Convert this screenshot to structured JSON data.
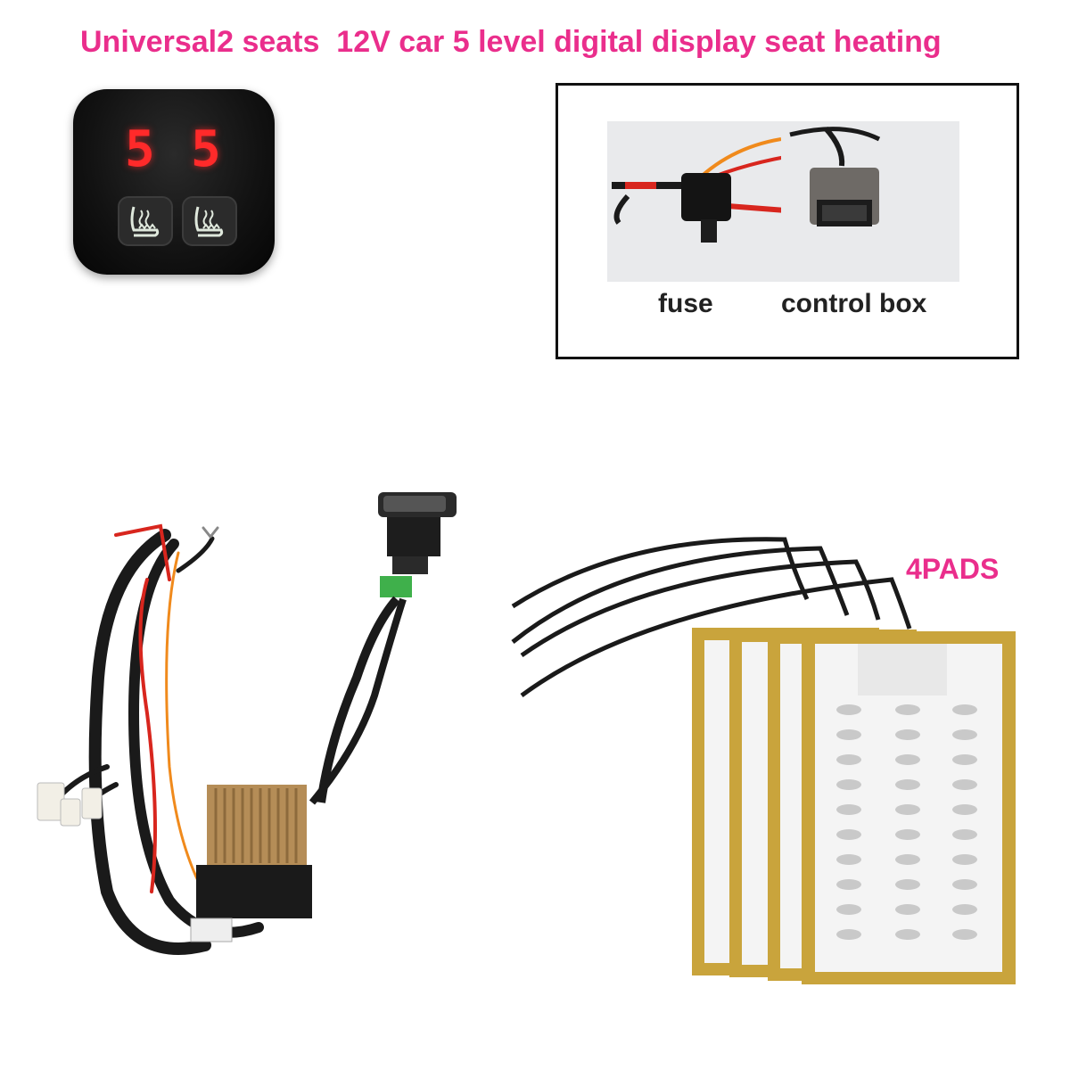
{
  "title": "Universal2 seats  12V car 5 level digital display seat heating",
  "display": {
    "left_level": "5",
    "right_level": "5"
  },
  "inset": {
    "fuse_label": "fuse",
    "control_box_label": "control box"
  },
  "pads_label": "4PADS",
  "colors": {
    "accent_pink": "#ea2e8c",
    "led_red": "#ff2a2a",
    "pad_gold": "#c9a43c",
    "pad_white": "#f4f4f4",
    "wire_black": "#1a1a1a",
    "wire_red": "#d8261e",
    "wire_orange": "#f08a1c"
  },
  "icons": [
    "heated-seat-icon",
    "heated-seat-icon"
  ]
}
